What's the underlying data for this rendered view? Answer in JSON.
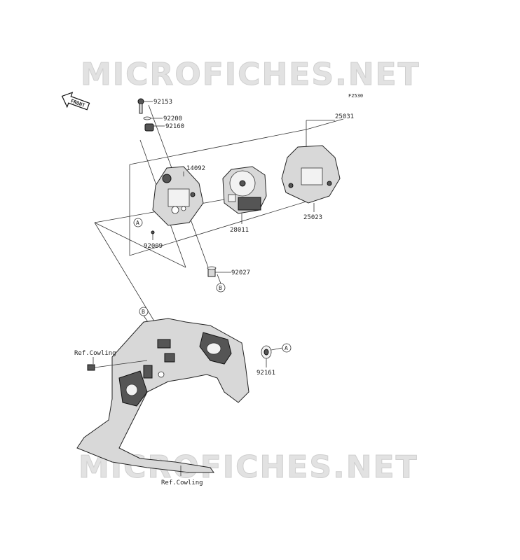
{
  "watermark": {
    "text": "MICROFICHES.NET"
  },
  "diagram_code": "F2530",
  "front_label": "FRONT",
  "parts": {
    "p92153": "92153",
    "p92200": "92200",
    "p92160": "92160",
    "p25031": "25031",
    "p14092": "14092",
    "p28011": "28011",
    "p25023": "25023",
    "p92009": "92009",
    "p92027": "92027",
    "p92161": "92161"
  },
  "callouts": {
    "a": "A",
    "b": "B"
  },
  "refs": {
    "cowling_upper": "Ref.Cowling",
    "cowling_lower": "Ref.Cowling"
  }
}
